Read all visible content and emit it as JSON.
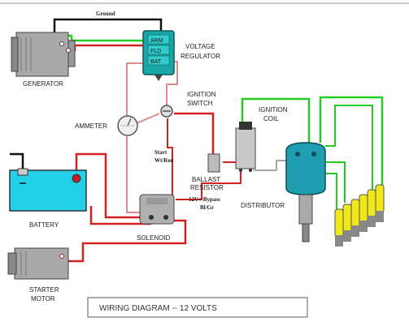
{
  "labels": {
    "ground": "Ground",
    "voltage_regulator_1": "VOLTAGE",
    "voltage_regulator_2": "REGULATOR",
    "arm": "ARM",
    "fld": "FLD",
    "bat": "BAT",
    "generator": "GENERATOR",
    "ignition_switch_1": "IGNITION",
    "ignition_switch_2": "SWITCH",
    "ammeter": "AMMETER",
    "ignition_coil_1": "IGNITION",
    "ignition_coil_2": "COIL",
    "start_1": "Start",
    "start_2": "Wt/Red",
    "ballast_1": "BALLAST",
    "ballast_2": "RESISTOR",
    "bypass_1": "12V+ Bypass",
    "bypass_2": "Bl/Gr",
    "distributor": "DISTRIBUTOR",
    "battery": "BATTERY",
    "solenoid": "SOLENOID",
    "starter_1": "STARTER",
    "starter_2": "MOTOR",
    "title": "WIRING DIAGRAM -- 12 VOLTS"
  },
  "colors": {
    "wire_red": "#d42020",
    "wire_green": "#22cc22",
    "wire_black": "#111111",
    "wire_pink": "#e08a8a",
    "battery": "#22d0e8",
    "regulator": "#1aa6a6",
    "distributor": "#1e9eb0",
    "plugs": "#f0e81a"
  }
}
